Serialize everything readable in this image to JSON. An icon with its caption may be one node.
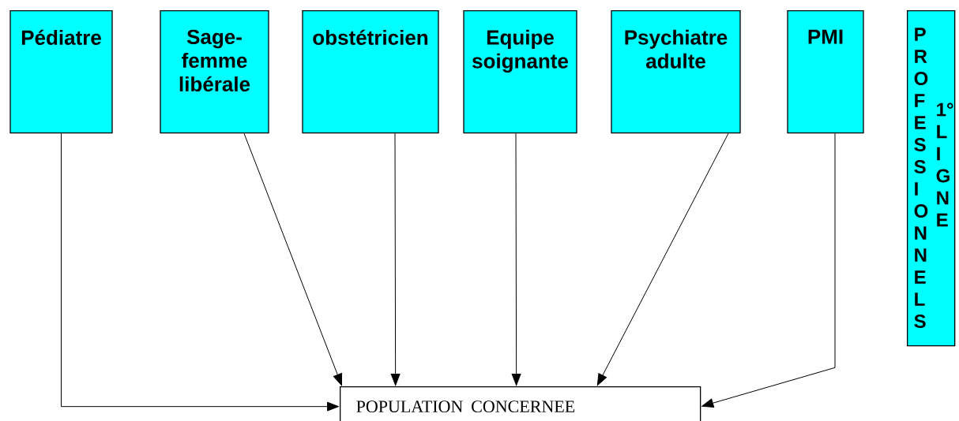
{
  "diagram": {
    "nodes": [
      {
        "text": [
          "Pédiatre"
        ]
      },
      {
        "text": [
          "Sage-femme libérale"
        ]
      },
      {
        "text": [
          "obstétricien"
        ]
      },
      {
        "text": [
          "Equipe soignante"
        ]
      },
      {
        "text": [
          "Psychiatre adulte"
        ]
      },
      {
        "text": [
          "PMI"
        ]
      },
      {
        "text": [
          "POPULATION CONCERNEE"
        ]
      },
      {
        "text": [
          "PROFESSIONNELS",
          "1° LIGNE"
        ]
      }
    ],
    "edges": [
      {
        "from": 0,
        "to": 6,
        "arrow": "to"
      },
      {
        "from": 1,
        "to": 6,
        "arrow": "to"
      },
      {
        "from": 2,
        "to": 6,
        "arrow": "to"
      },
      {
        "from": 3,
        "to": 6,
        "arrow": "to"
      },
      {
        "from": 4,
        "to": 6,
        "arrow": "to"
      },
      {
        "from": 5,
        "to": 6,
        "arrow": "to"
      }
    ]
  }
}
